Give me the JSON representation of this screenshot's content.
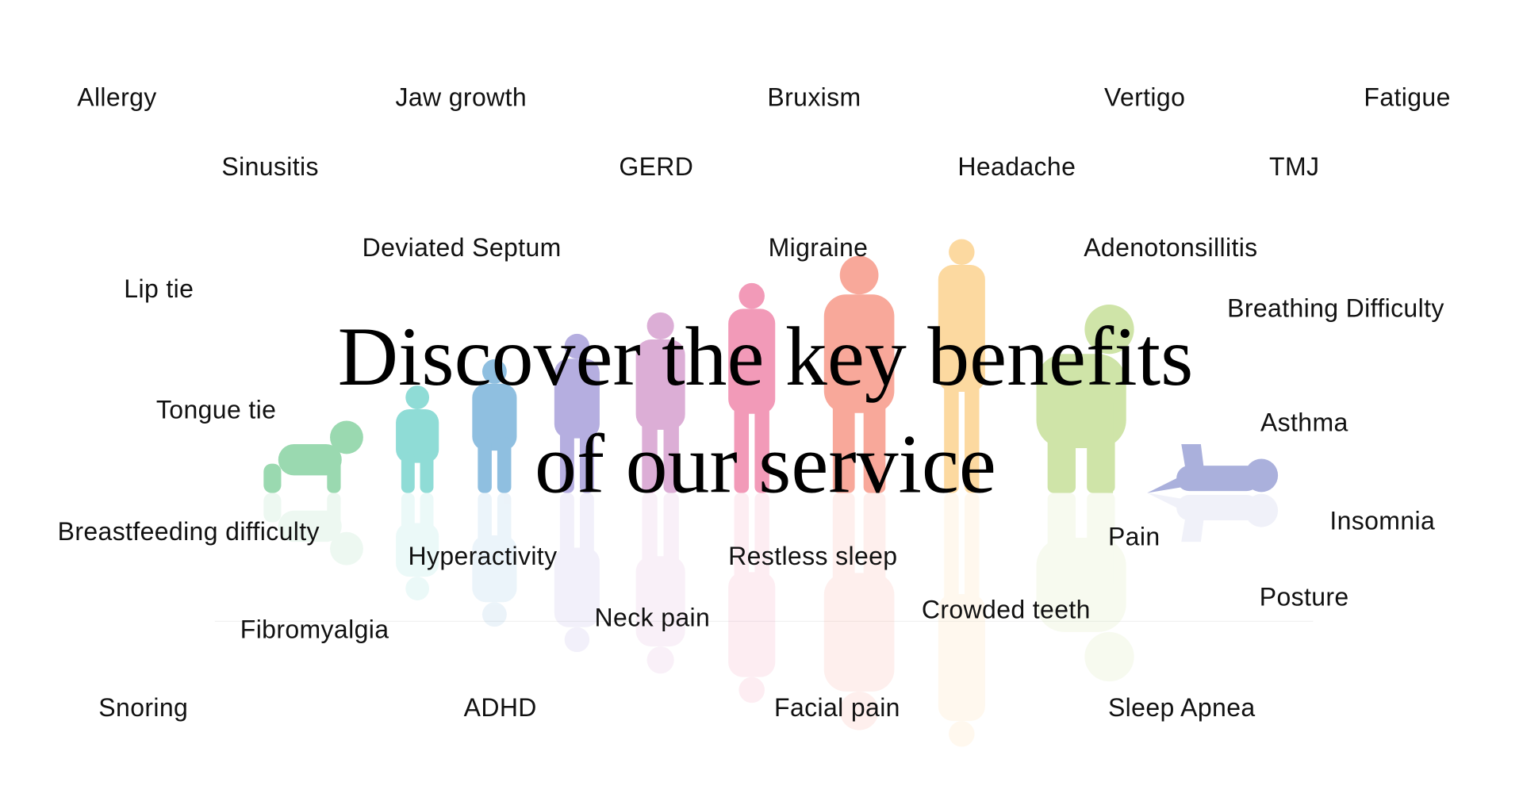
{
  "heading": {
    "line1": "Discover the key benefits",
    "line2": "of our service"
  },
  "conditions": [
    "Allergy",
    "Jaw growth",
    "Bruxism",
    "Vertigo",
    "Fatigue",
    "Sinusitis",
    "GERD",
    "Headache",
    "TMJ",
    "Deviated Septum",
    "Migraine",
    "Adenotonsillitis",
    "Lip tie",
    "Breathing Difficulty",
    "Tongue tie",
    "Asthma",
    "Breastfeeding difficulty",
    "Insomnia",
    "Pain",
    "Hyperactivity",
    "Restless sleep",
    "Posture",
    "Crowded teeth",
    "Neck pain",
    "Fibromyalgia",
    "Snoring",
    "ADHD",
    "Facial pain",
    "Sleep Apnea"
  ],
  "figure_colors": [
    "#9ad9b0",
    "#8fdcd6",
    "#8fbfe0",
    "#b5aee0",
    "#dcaed6",
    "#f29ab8",
    "#f8a89a",
    "#fcd9a0",
    "#cfe4a8",
    "#aab0dc"
  ]
}
